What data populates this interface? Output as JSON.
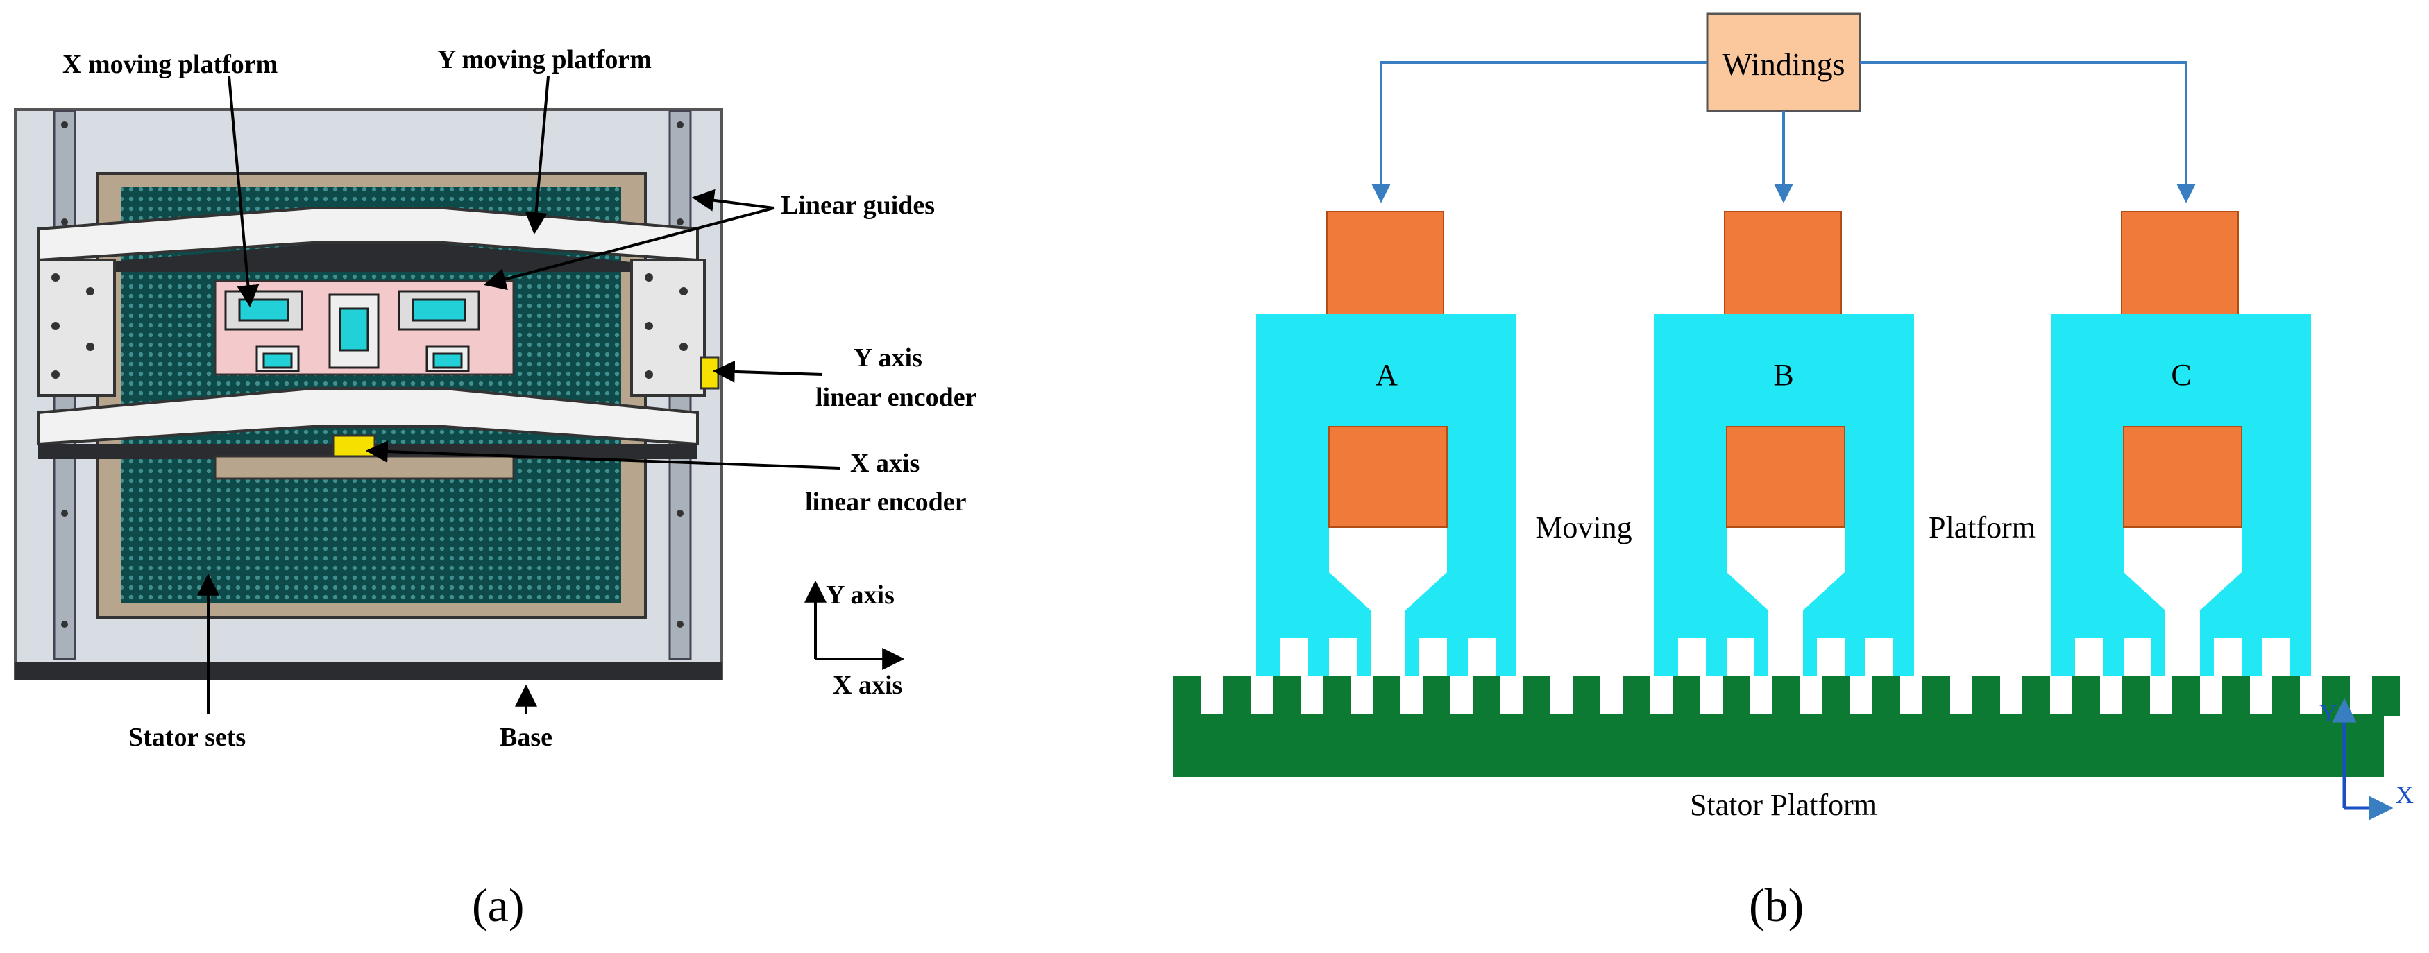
{
  "panel_a": {
    "caption": "(a)",
    "labels": {
      "x_moving_platform": "X moving platform",
      "y_moving_platform": "Y moving platform",
      "linear_guides": "Linear guides",
      "y_axis_encoder_line1": "Y axis",
      "y_axis_encoder_line2": "linear encoder",
      "x_axis_encoder_line1": "X axis",
      "x_axis_encoder_line2": "linear encoder",
      "y_axis": "Y axis",
      "x_axis": "X axis",
      "stator_sets": "Stator sets",
      "base": "Base"
    },
    "colors": {
      "base": "#d8dde3",
      "frame": "#b8a58e",
      "stator_mesh": "#0f4a4a",
      "y_platform": "#f2f2f2",
      "x_platform": "#f4c9cc",
      "encoder": "#f5e000",
      "parts": "#22d0d8"
    }
  },
  "panel_b": {
    "caption": "(b)",
    "windings_label": "Windings",
    "phases": [
      "A",
      "B",
      "C"
    ],
    "moving_label": "Moving",
    "platform_label": "Platform",
    "stator_label": "Stator Platform",
    "axis_y": "Y",
    "axis_x": "X",
    "colors": {
      "windings_box": "#fbc89e",
      "arrow": "#3a7ec2",
      "coil": "#f07a3a",
      "core": "#22e8f5",
      "stator": "#0c7a33",
      "axis": "#1a4fc4"
    }
  }
}
